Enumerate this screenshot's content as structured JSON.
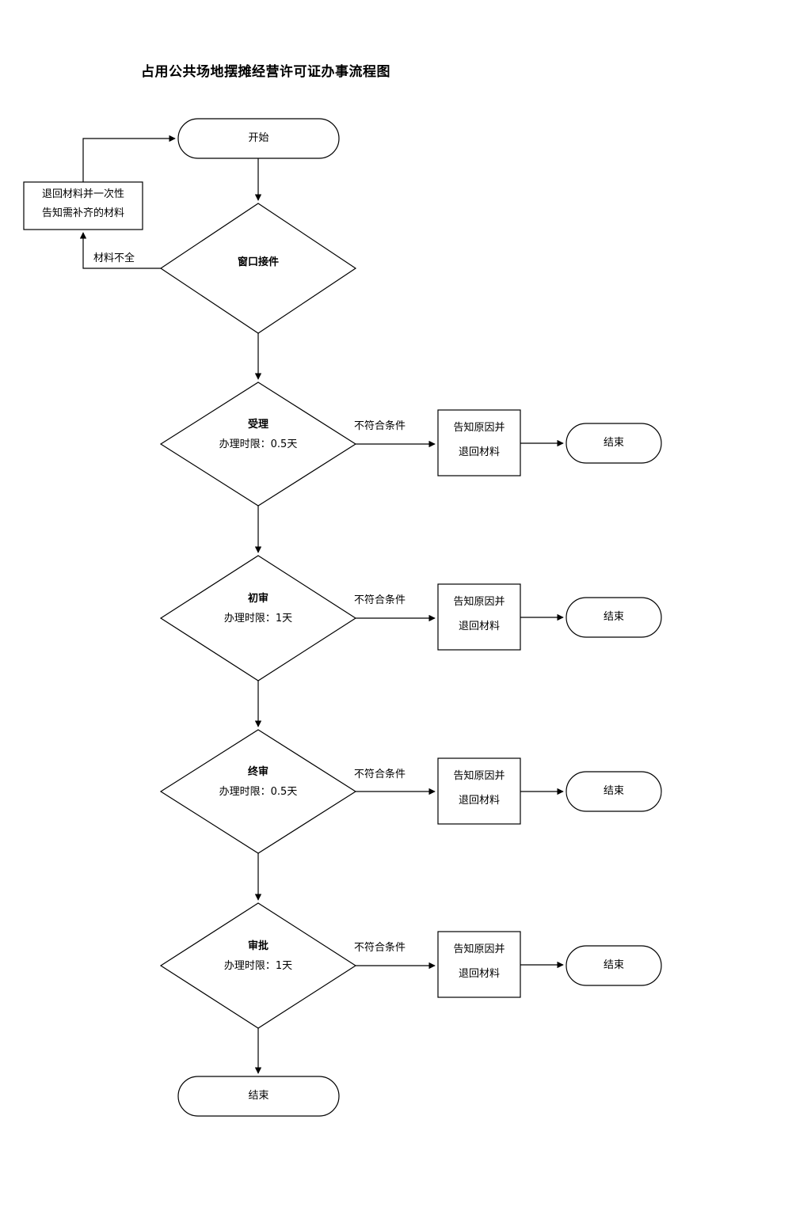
{
  "document": {
    "title": "占用公共场地摆摊经营许可证办事流程图",
    "background_color": "#ffffff",
    "line_color": "#000000",
    "text_color": "#000000"
  },
  "nodes": {
    "start": {
      "label": "开始",
      "shape": "terminal"
    },
    "return_materials": {
      "line1": "退回材料并一次性",
      "line2": "告知需补齐的材料",
      "shape": "process"
    },
    "intake": {
      "label": "窗口接件",
      "shape": "decision"
    },
    "accept": {
      "title": "受理",
      "subtitle": "办理时限：0.5天",
      "shape": "decision"
    },
    "first_review": {
      "title": "初审",
      "subtitle": "办理时限：1天",
      "shape": "decision"
    },
    "final_review": {
      "title": "终审",
      "subtitle": "办理时限：0.5天",
      "shape": "decision"
    },
    "approval": {
      "title": "审批",
      "subtitle": "办理时限：1天",
      "shape": "decision"
    },
    "notify_1": {
      "line1": "告知原因并",
      "line2": "退回材料",
      "shape": "process"
    },
    "notify_2": {
      "line1": "告知原因并",
      "line2": "退回材料",
      "shape": "process"
    },
    "notify_3": {
      "line1": "告知原因并",
      "line2": "退回材料",
      "shape": "process"
    },
    "notify_4": {
      "line1": "告知原因并",
      "line2": "退回材料",
      "shape": "process"
    },
    "end_1": {
      "label": "结束",
      "shape": "terminal"
    },
    "end_2": {
      "label": "结束",
      "shape": "terminal"
    },
    "end_3": {
      "label": "结束",
      "shape": "terminal"
    },
    "end_4": {
      "label": "结束",
      "shape": "terminal"
    },
    "end_final": {
      "label": "结束",
      "shape": "terminal"
    }
  },
  "edge_labels": {
    "incomplete_materials": "材料不全",
    "not_qualified_1": "不符合条件",
    "not_qualified_2": "不符合条件",
    "not_qualified_3": "不符合条件",
    "not_qualified_4": "不符合条件"
  }
}
